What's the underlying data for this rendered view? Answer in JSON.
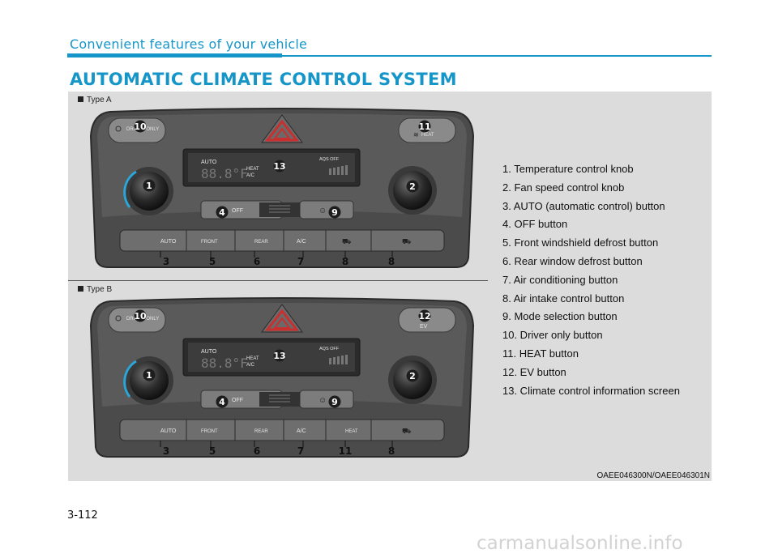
{
  "header": {
    "section_title": "Convenient features of your vehicle",
    "page_heading": "AUTOMATIC CLIMATE CONTROL SYSTEM",
    "accent_color": "#1696c8"
  },
  "figure": {
    "type_a_label": "Type A",
    "type_b_label": "Type B",
    "image_code": "OAEE046300N/OAEE046301N",
    "panel_a": {
      "driver_only_label": "DRIVER ONLY",
      "top_right_label": "HEAT",
      "top_right_icon": "seat-heat-icon",
      "display": {
        "auto": "AUTO",
        "temperature": "88.8°F",
        "heat": "HEAT",
        "ac": "A/C",
        "aqs": "AQS OFF"
      },
      "middle_buttons": {
        "off": "OFF"
      },
      "bottom_buttons": [
        "AUTO",
        "FRONT",
        "REAR",
        "A/C",
        "",
        ""
      ],
      "badges": {
        "knob_left": "1",
        "knob_right": "2",
        "off": "4",
        "mode": "9",
        "driver_only": "10",
        "top_right": "11",
        "display": "13"
      },
      "callouts": [
        "3",
        "5",
        "6",
        "7",
        "8",
        "8"
      ]
    },
    "panel_b": {
      "driver_only_label": "DRIVER ONLY",
      "top_right_label": "EV",
      "display": {
        "auto": "AUTO",
        "temperature": "88.8°F",
        "heat": "HEAT",
        "ac": "A/C",
        "aqs": "AQS OFF"
      },
      "middle_buttons": {
        "off": "OFF"
      },
      "bottom_buttons": [
        "AUTO",
        "FRONT",
        "REAR",
        "A/C",
        "HEAT",
        ""
      ],
      "badges": {
        "knob_left": "1",
        "knob_right": "2",
        "off": "4",
        "mode": "9",
        "driver_only": "10",
        "top_right": "12",
        "display": "13"
      },
      "callouts": [
        "3",
        "5",
        "6",
        "7",
        "11",
        "8"
      ]
    },
    "legend": [
      "1. Temperature control knob",
      "2. Fan speed control knob",
      "3. AUTO (automatic control) button",
      "4. OFF button",
      "5. Front windshield defrost button",
      "6. Rear window defrost button",
      "7. Air conditioning button",
      "8. Air intake control button",
      "9. Mode selection button",
      "10. Driver only button",
      "11. HEAT button",
      "12. EV button",
      "13. Climate control information screen"
    ]
  },
  "footer": {
    "page_number": "3-112",
    "watermark": "carmanualsonline.info"
  }
}
